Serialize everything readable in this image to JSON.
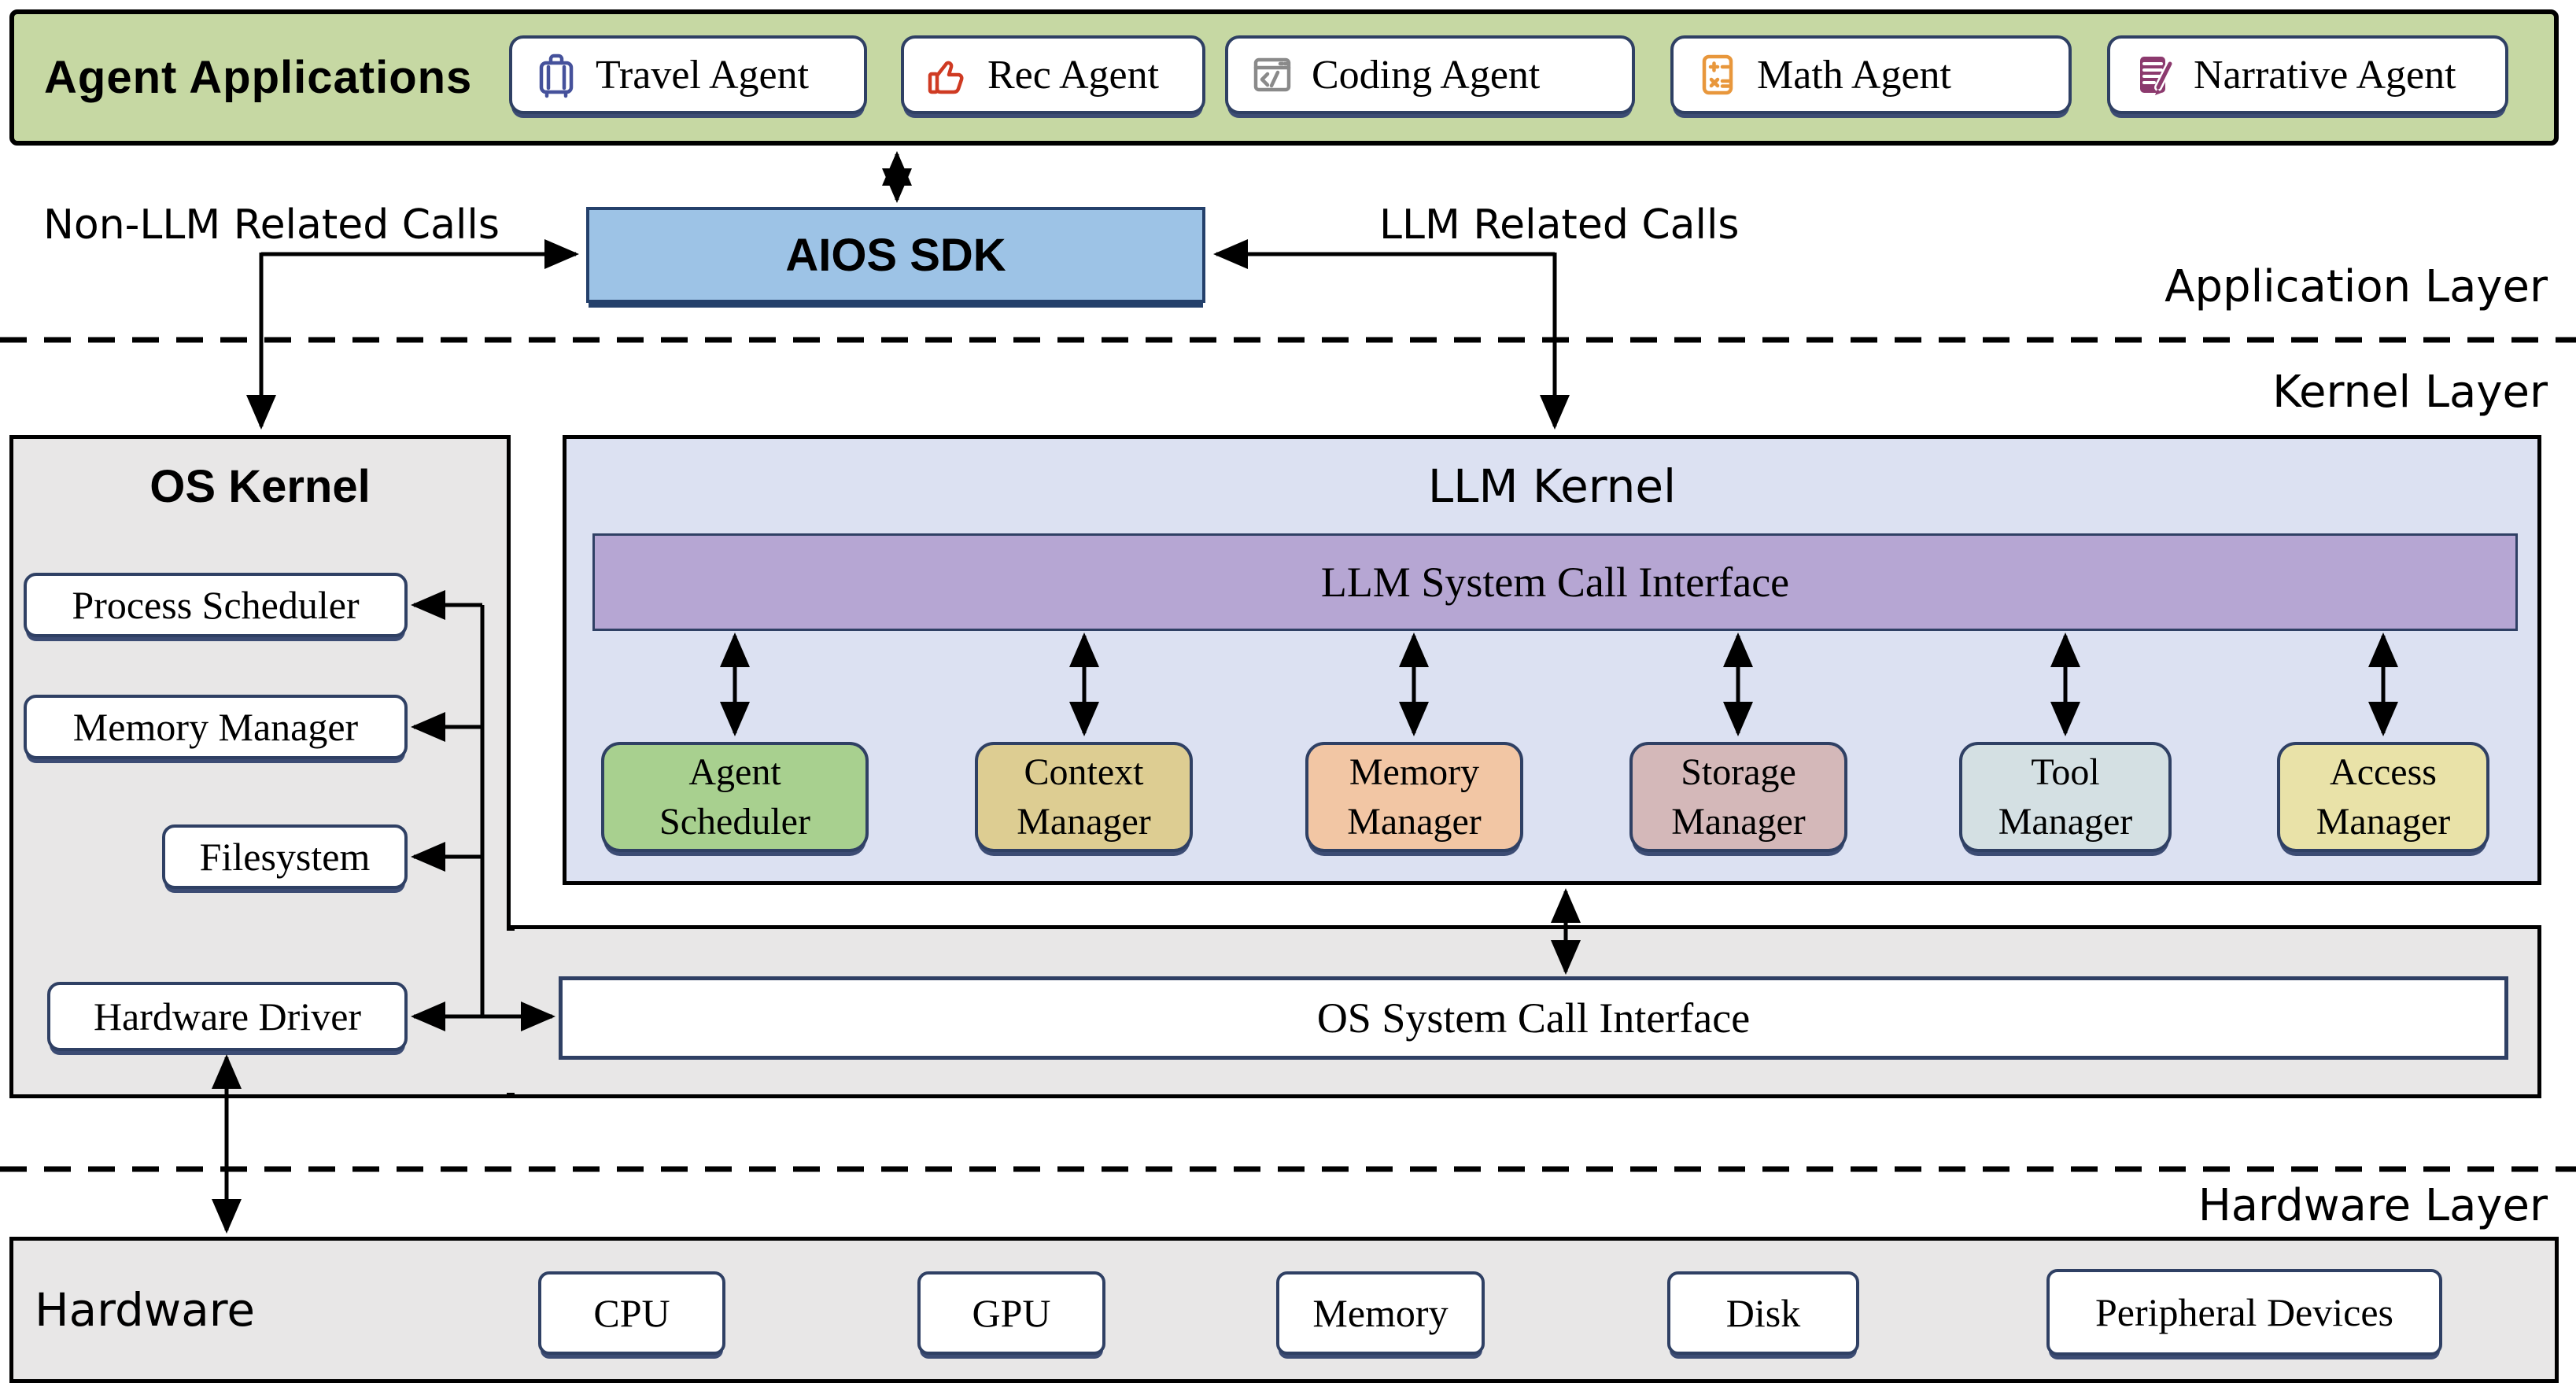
{
  "palette": {
    "green_bar": "#c6d8a3",
    "sdk_blue": "#9dc3e6",
    "lavender": "#dce1f2",
    "purple_bar": "#b6a6d3",
    "panel_gray": "#e8e7e7",
    "navy_border": "#2f4064"
  },
  "app_bar": {
    "title": "Agent Applications",
    "agents": [
      {
        "label": "Travel Agent",
        "icon": "luggage-icon",
        "icon_color": "#45519b"
      },
      {
        "label": "Rec Agent",
        "icon": "thumbs-up-icon",
        "icon_color": "#cf3a22"
      },
      {
        "label": "Coding Agent",
        "icon": "code-window-icon",
        "icon_color": "#8a8a8a"
      },
      {
        "label": "Math Agent",
        "icon": "calculator-icon",
        "icon_color": "#e8973c"
      },
      {
        "label": "Narrative Agent",
        "icon": "document-pen-icon",
        "icon_color": "#8c3a6e"
      }
    ]
  },
  "flow": {
    "non_llm_label": "Non-LLM Related Calls",
    "llm_label": "LLM Related Calls"
  },
  "sdk_label": "AIOS SDK",
  "layer_labels": {
    "application": "Application Layer",
    "kernel": "Kernel Layer",
    "hardware": "Hardware Layer"
  },
  "os_kernel": {
    "title": "OS Kernel",
    "items": [
      "Process Scheduler",
      "Memory Manager",
      "Filesystem",
      "Hardware Driver"
    ]
  },
  "llm_kernel": {
    "title": "LLM Kernel",
    "interface_label": "LLM System Call Interface",
    "modules": [
      {
        "name": "Agent Scheduler",
        "line1": "Agent",
        "line2": "Scheduler",
        "fill": "#a8d08f"
      },
      {
        "name": "Context Manager",
        "line1": "Context",
        "line2": "Manager",
        "fill": "#ddcd92"
      },
      {
        "name": "Memory Manager",
        "line1": "Memory",
        "line2": "Manager",
        "fill": "#f2c6a4"
      },
      {
        "name": "Storage Manager",
        "line1": "Storage",
        "line2": "Manager",
        "fill": "#d4b8b9"
      },
      {
        "name": "Tool Manager",
        "line1": "Tool",
        "line2": "Manager",
        "fill": "#d4e0e3"
      },
      {
        "name": "Access Manager",
        "line1": "Access",
        "line2": "Manager",
        "fill": "#e9e2a8"
      }
    ]
  },
  "os_interface_label": "OS System Call Interface",
  "hardware": {
    "title": "Hardware",
    "devices": [
      "CPU",
      "GPU",
      "Memory",
      "Disk",
      "Peripheral Devices"
    ]
  }
}
